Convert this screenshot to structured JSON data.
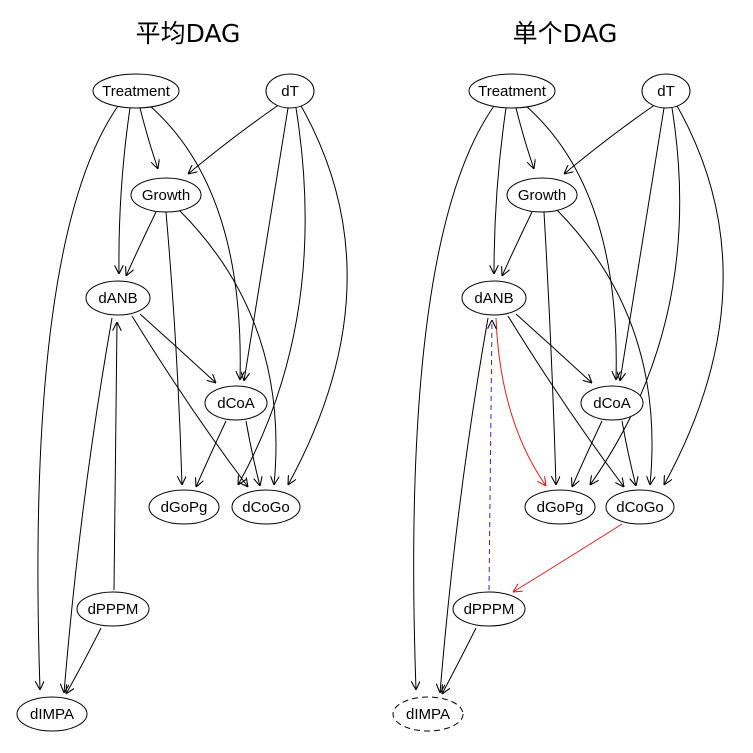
{
  "panels": [
    {
      "id": "avg",
      "title": "平均DAG",
      "nodes": {
        "treatment": "Treatment",
        "dt": "dT",
        "growth": "Growth",
        "danb": "dANB",
        "dcoa": "dCoA",
        "dgopg": "dGoPg",
        "dcogo": "dCoGo",
        "dpppm": "dPPPM",
        "dimpa": "dIMPA"
      }
    },
    {
      "id": "single",
      "title": "单个DAG",
      "nodes": {
        "treatment": "Treatment",
        "dt": "dT",
        "growth": "Growth",
        "danb": "dANB",
        "dcoa": "dCoA",
        "dgopg": "dGoPg",
        "dcogo": "dCoGo",
        "dpppm": "dPPPM",
        "dimpa": "dIMPA"
      }
    }
  ],
  "colors": {
    "edge": "#000000",
    "highlight_edge": "#d62020",
    "dashed_edge": "#2a2ad6"
  }
}
